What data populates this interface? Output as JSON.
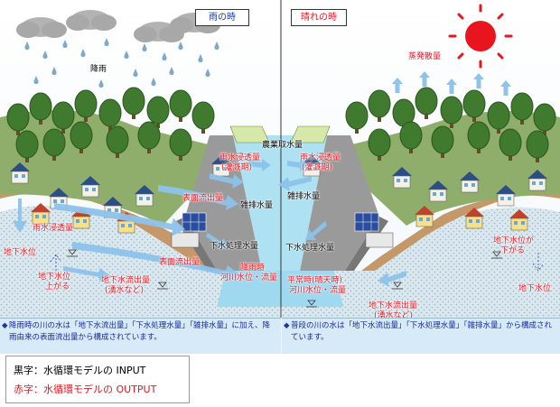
{
  "headers": {
    "rain": "雨の時",
    "sunny": "晴れの時"
  },
  "rain_side": {
    "precipitation": "降雨",
    "agri_intake": "農業取水量",
    "rain_infiltration": "雨水浸透量",
    "rain_infiltration_sub": "(灌漑期)",
    "surface_runoff_1": "表面流出量",
    "misc_drainage": "雑排水量",
    "rain_infil_left": "雨水浸透量",
    "sewage_treatment": "下水処理水量",
    "surface_runoff_2": "表面流出量",
    "groundwater_level": "地下水位",
    "gw_rises_1": "地下水位",
    "gw_rises_2": "上がる",
    "gw_outflow_1": "地下水流出量",
    "gw_outflow_2": "(湧水など)",
    "river_rain_1": "降雨時",
    "river_rain_2": "河川水位・流量",
    "note": "降雨時の川の水は「地下水流出量」「下水処理水量」「雑排水量」に加え、降雨由来の表面流出量から構成されています。"
  },
  "sunny_side": {
    "evaporation": "蒸発散量",
    "rain_infiltration": "雨水浸透量",
    "rain_infiltration_sub": "(灌漑期)",
    "misc_drainage": "雑排水量",
    "sewage_treatment": "下水処理水量",
    "gw_falls_1": "地下水位が",
    "gw_falls_2": "下がる",
    "groundwater_level": "地下水位",
    "river_normal_1": "平常時(晴天時)",
    "river_normal_2": "河川水位・流量",
    "gw_outflow_1": "地下水流出量",
    "gw_outflow_2": "(湧水など)",
    "note": "普段の川の水は「地下水流出量」「下水処理水量」「雑排水量」から構成されています。"
  },
  "legend": {
    "black": "黒字：水循環モデルの INPUT",
    "red": "赤字：水循環モデルの OUTPUT"
  },
  "colors": {
    "input_text": "#000000",
    "output_text": "#e8141e",
    "sky_arrow": "#8ec3ea",
    "water": "#aee2f2",
    "ground": "#c49868",
    "sun": "#e8141e"
  },
  "icons": {
    "cloud": "cloud-icon",
    "rain": "raindrop-icon",
    "sun": "sun-icon",
    "house": "house-icon",
    "tree": "tree-icon",
    "treatment_plant": "treatment-plant-icon",
    "solar_panel": "solar-panel-icon",
    "water_level": "water-level-marker-icon",
    "arrow": "flow-arrow-icon"
  }
}
